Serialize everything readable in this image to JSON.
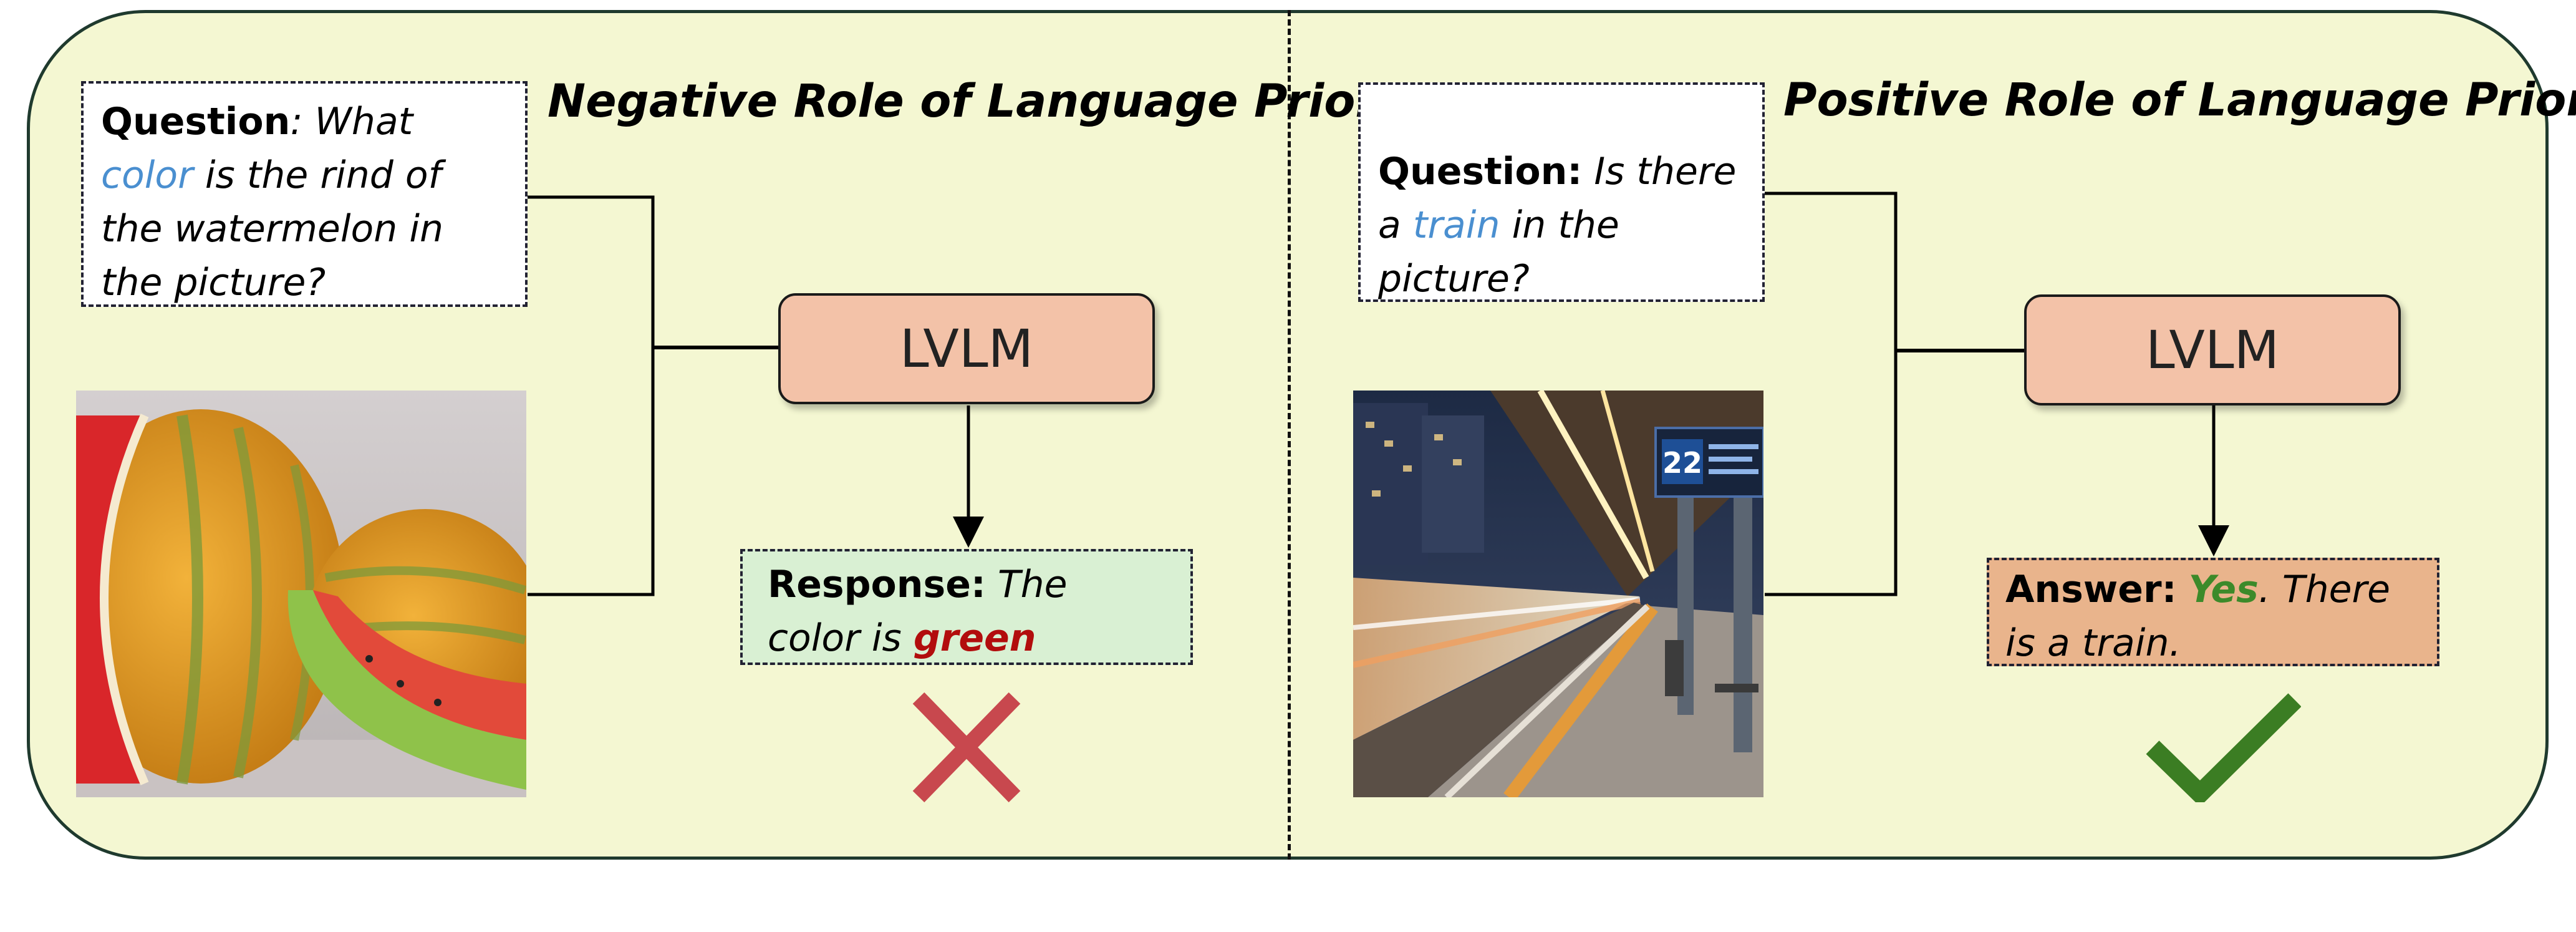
{
  "panels": {
    "negative": {
      "title": "Negative Role of Language Prior",
      "question_label": "Question",
      "question_pre": ": What ",
      "question_highlight": "color",
      "question_post": " is the rind of the watermelon in the picture?",
      "model_label": "LVLM",
      "response_label": "Response:",
      "response_text": " The color is ",
      "response_highlight": "green",
      "verdict_icon": "cross-icon"
    },
    "positive": {
      "title": "Positive Role of Language Prior",
      "question_label": "Question:",
      "question_pre": " Is there a ",
      "question_highlight": "train",
      "question_post": " in the picture?",
      "model_label": "LVLM",
      "answer_label": "Answer:",
      "answer_pre": " ",
      "answer_highlight": "Yes",
      "answer_post": ". There is a train.",
      "platform_number": "22",
      "verdict_icon": "check-icon"
    }
  },
  "colors": {
    "panel_bg": "#f4f7d2",
    "lvlm_fill": "#f3c2a8",
    "response_fill": "#d9f0d3",
    "answer_fill": "#e9b48c",
    "highlight_blue": "#4a8fd0",
    "wrong_red": "#c8484e",
    "right_green": "#3b7d23"
  }
}
